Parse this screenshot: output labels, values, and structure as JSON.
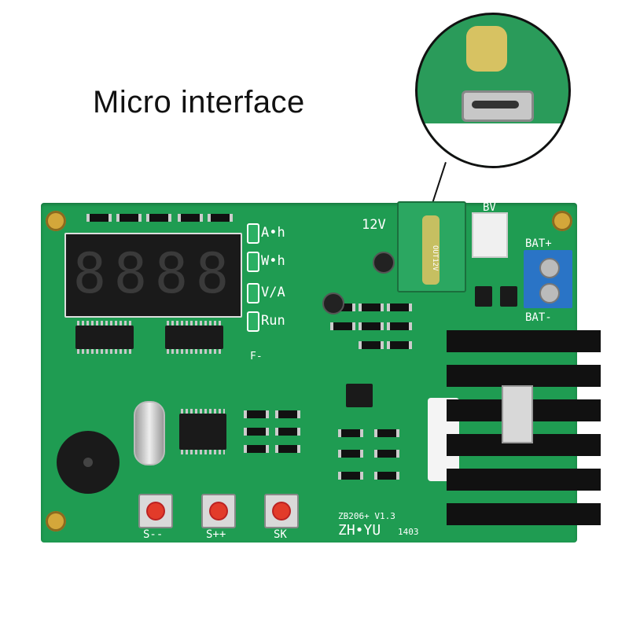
{
  "caption": "Micro interface",
  "board": {
    "labels": {
      "ah": "A•h",
      "wh": "W•h",
      "va": "V/A",
      "run": "Run",
      "v12": "12V",
      "bv": "BV",
      "bat_plus": "BAT+",
      "bat_minus": "BAT-",
      "f_minus": "F-",
      "s_minus": "S--",
      "s_plus": "S++",
      "sk": "SK",
      "version": "ZB206+ V1.3",
      "maker": "ZH•YU",
      "date": "1403",
      "out12v": "OUT12V"
    },
    "display": {
      "digits": [
        "8",
        "8",
        "8",
        "8"
      ]
    }
  },
  "colors": {
    "pcb": "#1f9c52",
    "silkscreen": "#ffffff",
    "button_cap": "#e23b2a",
    "terminal": "#2a74c6"
  },
  "icons": {
    "buzzer": "buzzer-icon",
    "usb": "micro-usb-icon",
    "heatsink": "heatsink-icon",
    "crystal": "crystal-icon"
  }
}
